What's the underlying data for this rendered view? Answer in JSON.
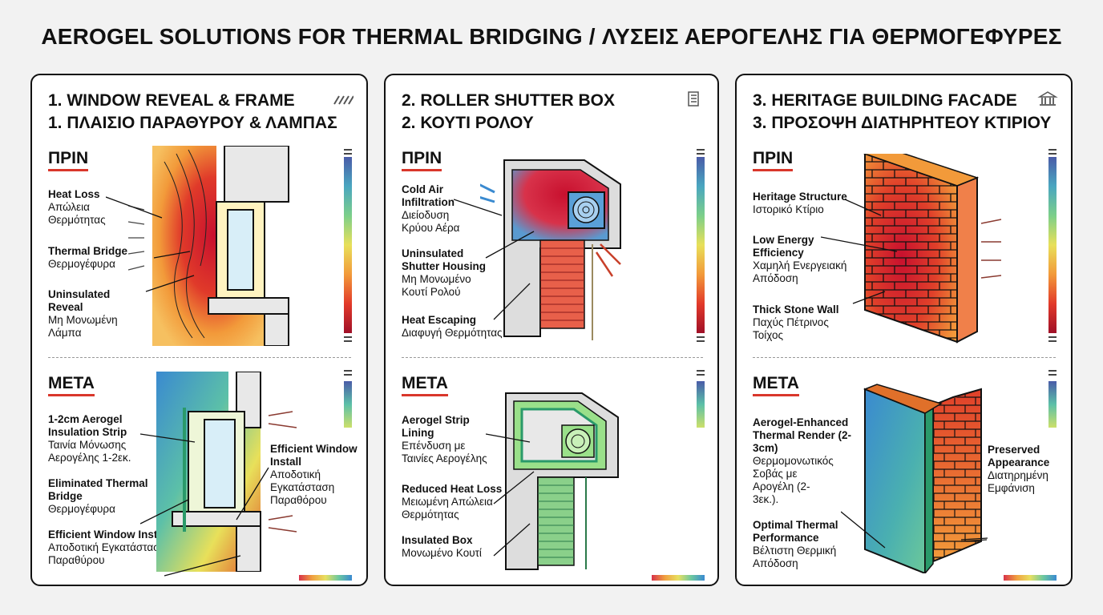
{
  "title": "AEROGEL SOLUTIONS FOR THERMAL BRIDGING / ΛΥΣΕΙΣ ΑΕΡΟΓΕΛΗΣ ΓΙΑ ΘΕΡΜΟΓΕΦΥΡΕΣ",
  "panels": [
    {
      "heading_en": "1. WINDOW REVEAL & FRAME",
      "heading_el": "1. ΠΛΑΙΣΙΟ ΠΑΡΑΘΥΡΟΥ & ΛΑΜΠΑΣ",
      "icon": "hatch-icon",
      "before_label": "ΠΡΙΝ",
      "after_label": "ΜΕΤΑ",
      "before_notes": [
        {
          "b": "Heat Loss",
          "n": "Απώλεια Θερμότητας"
        },
        {
          "b": "Thermal Bridge",
          "n": "Θερμογέφυρα"
        },
        {
          "b": "Uninsulated Reveal",
          "n": "Μη Μονωμένη Λάμπα"
        }
      ],
      "after_notes": [
        {
          "b": "1-2cm Aerogel Insulation Strip",
          "n": "Ταινία Μόνωσης Αερογέλης 1-2εκ."
        },
        {
          "b": "Eliminated Thermal Bridge",
          "n": "Θερμογέφυρα"
        },
        {
          "b": "Efficient Window Install",
          "n": "Αποδοτική Εγκατάσταση Παραθύρου"
        }
      ],
      "after_side_note": {
        "b": "Efficient Window Install",
        "n": "Αποδοτική Εγκατάσταση Παραθόρου"
      }
    },
    {
      "heading_en": "2. ROLLER SHUTTER BOX",
      "heading_el": "2. ΚΟΥΤΙ ΡΟΛΟΥ",
      "icon": "shutter-icon",
      "before_label": "ΠΡΙΝ",
      "after_label": "ΜΕΤΑ",
      "before_notes": [
        {
          "b": "Cold Air Infiltration",
          "n": "Διείοδυση Κρύου Αέρα"
        },
        {
          "b": "Uninsulated Shutter Housing",
          "n": "Μη Μονωμένο Κουτί Ρολού"
        },
        {
          "b": "Heat Escaping",
          "n": "Διαφυγή Θερμότητας"
        }
      ],
      "after_notes": [
        {
          "b": "Aerogel Strip Lining",
          "n": "Επένδυση με Ταινίες Αερογέλης"
        },
        {
          "b": "Reduced Heat Loss",
          "n": "Μειωμένη Απώλεια Θερμότητας"
        },
        {
          "b": "Insulated Box",
          "n": "Μονωμένο Κουτί"
        }
      ]
    },
    {
      "heading_en": "3. HERITAGE BUILDING FACADE",
      "heading_el": "3. ΠΡΟΣΟΨΗ ΔΙΑΤΗΡΗΤΕΟΥ ΚΤΙΡΙΟΥ",
      "icon": "heritage-building-icon",
      "before_label": "ΠΡΙΝ",
      "after_label": "ΜΕΤΑ",
      "before_notes": [
        {
          "b": "Heritage Structure",
          "n": "Ιστορικό Κτίριο"
        },
        {
          "b": "Low Energy Efficiency",
          "n": "Χαμηλή Ενεργειακή Απόδοση"
        },
        {
          "b": "Thick Stone Wall",
          "n": "Παχύς Πέτρινος Τοίχος"
        }
      ],
      "after_notes": [
        {
          "b": "Aerogel-Enhanced Thermal Render (2-3cm)",
          "n": "Θερμομονωτικός Σοβάς με Αρογέλη (2-3εκ.)."
        },
        {
          "b": "Optimal Thermal Performance",
          "n": "Βέλτιστη Θερμική Απόδοση"
        }
      ],
      "after_side_note": {
        "b": "Preserved Appearance",
        "n": "Διατηρημένη Εμφάνιση"
      }
    }
  ],
  "colors": {
    "accent_underline": "#d9372b",
    "hot": "#c8102e",
    "cold": "#3a8ad0"
  }
}
